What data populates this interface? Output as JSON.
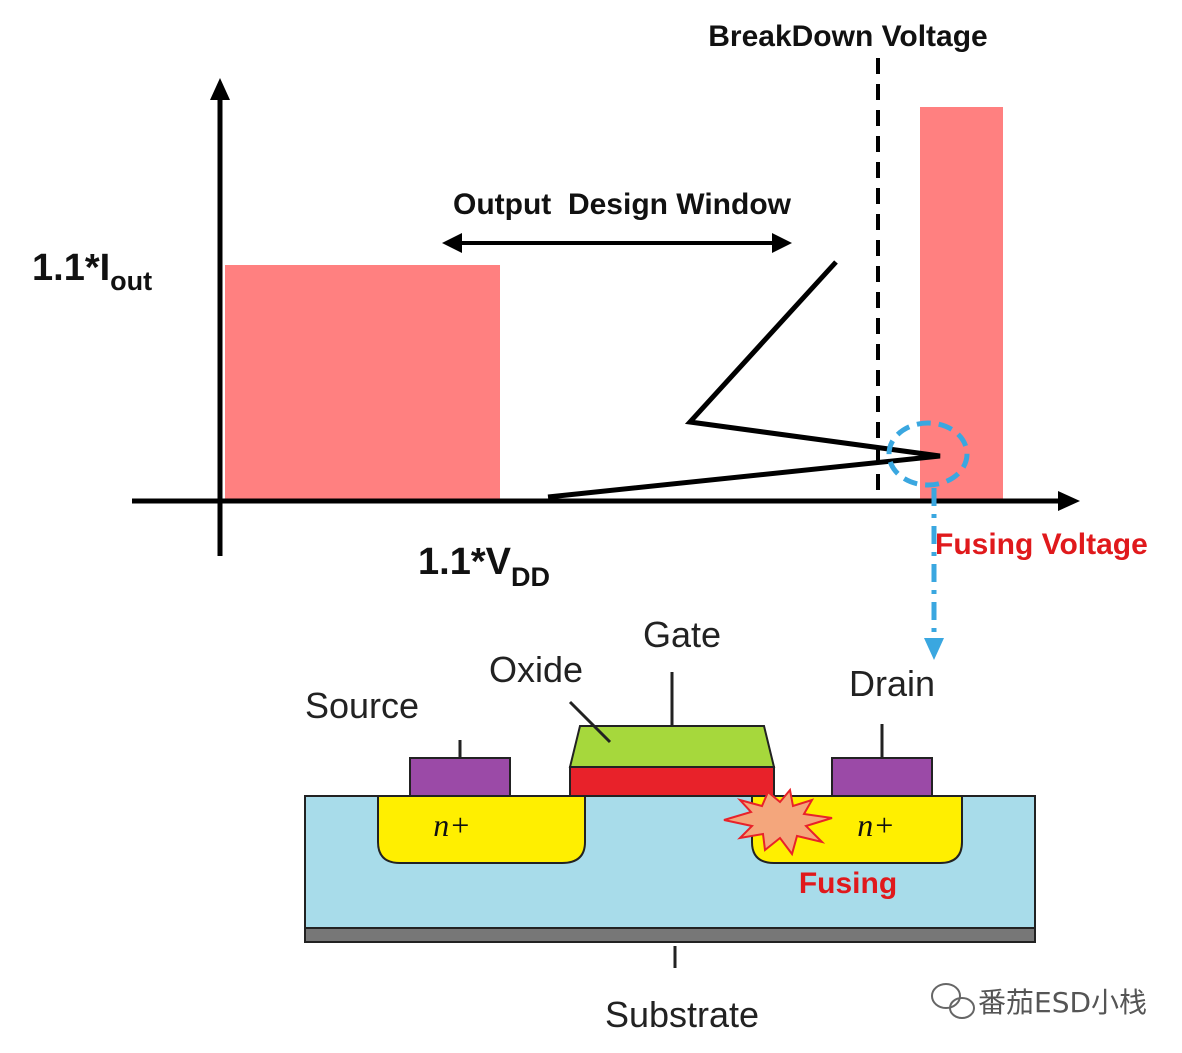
{
  "labels": {
    "breakdown_voltage": "BreakDown Voltage",
    "design_window": "Output  Design Window",
    "current_prefix": "1.1*I",
    "current_sub": "out",
    "voltage_prefix": "1.1*V",
    "voltage_sub": "DD",
    "fusing_voltage": "Fusing Voltage"
  },
  "device": {
    "gate": "Gate",
    "oxide": "Oxide",
    "source": "Source",
    "drain": "Drain",
    "n_plus": "n+",
    "fusing": "Fusing",
    "substrate": "Substrate"
  },
  "watermark": "番茄ESD小栈",
  "colors": {
    "forbidden_zone": "#ff8080",
    "substrate": "#a8dcea",
    "n_plus": "#ffef00",
    "gate_poly": "#a6d83c",
    "oxide": "#e8222a",
    "contact": "#9b4aa7",
    "fusing_text": "#e0191c",
    "highlight": "#3aa7e0"
  }
}
